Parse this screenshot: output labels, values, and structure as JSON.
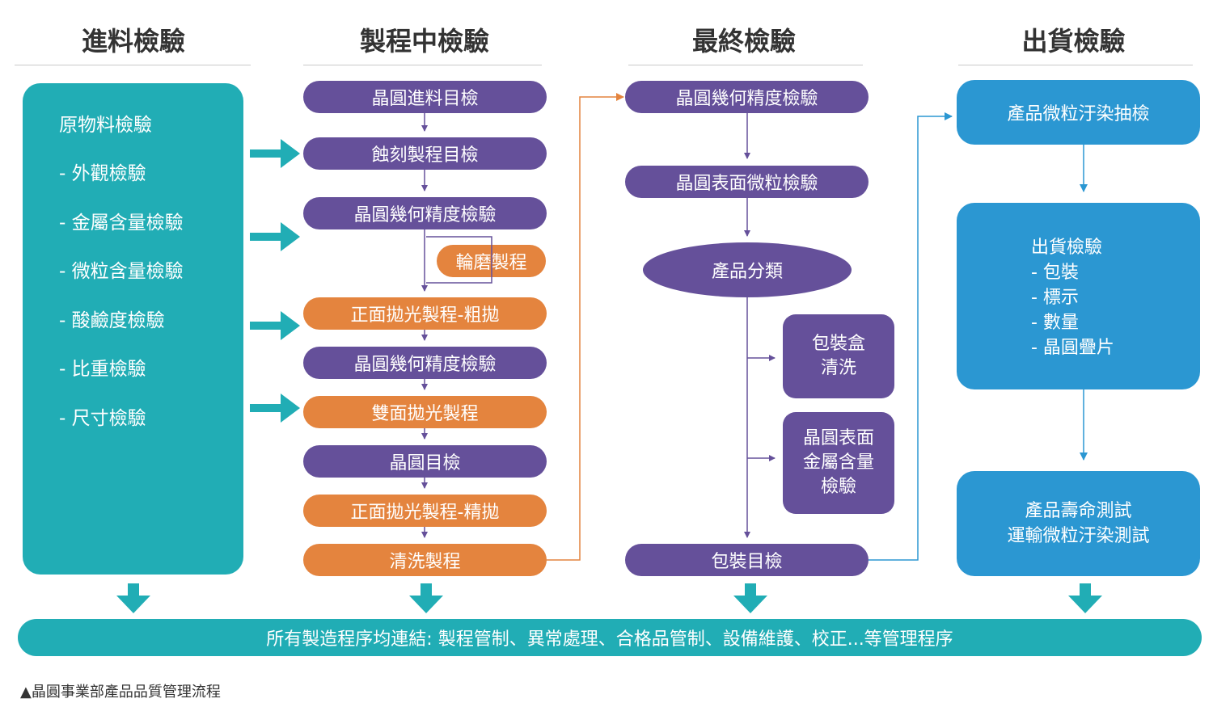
{
  "columns": {
    "incoming": "進料檢驗",
    "inprocess": "製程中檢驗",
    "final": "最終檢驗",
    "shipping": "出貨檢驗"
  },
  "incoming_box": {
    "title": "原物料檢驗",
    "items": [
      "- 外觀檢驗",
      "- 金屬含量檢驗",
      "- 微粒含量檢驗",
      "- 酸鹼度檢驗",
      "- 比重檢驗",
      "- 尺寸檢驗"
    ]
  },
  "inprocess_steps": [
    "晶圓進料目檢",
    "蝕刻製程目檢",
    "晶圓幾何精度檢驗",
    "正面拋光製程-粗拋",
    "晶圓幾何精度檢驗",
    "雙面拋光製程",
    "晶圓目檢",
    "正面拋光製程-精拋",
    "清洗製程"
  ],
  "side_process": "輪磨製程",
  "final_steps": {
    "geometry": "晶圓幾何精度檢驗",
    "surface_particle": "晶圓表面微粒檢驗",
    "classification": "產品分類",
    "box_clean": [
      "包裝盒",
      "清洗"
    ],
    "surface_metal": [
      "晶圓表面",
      "金屬含量",
      "檢驗"
    ],
    "packing": "包裝目檢"
  },
  "shipping_steps": {
    "particle_sampling": "產品微粒汙染抽檢",
    "shipping_check": [
      "出貨檢驗",
      "- 包裝",
      "- 標示",
      "- 數量",
      "- 晶圓疊片"
    ],
    "tests": [
      "產品壽命測試",
      "運輸微粒汙染測試"
    ]
  },
  "bottom_bar": "所有製造程序均連結: 製程管制、異常處理、合格品管制、設備維護、校正...等管理程序",
  "caption": "▲晶圓事業部產品品質管理流程",
  "colors": {
    "purple": "#65509a",
    "orange": "#e4843e",
    "teal": "#21adb5",
    "blue": "#2b97d2"
  }
}
